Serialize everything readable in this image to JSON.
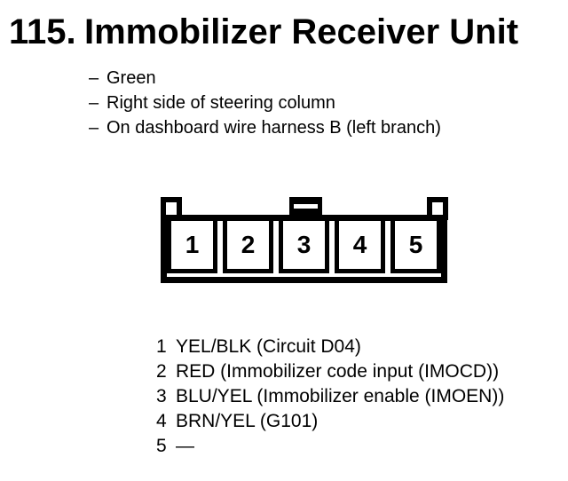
{
  "page": {
    "number": "115.",
    "title": "Immobilizer Receiver Unit",
    "bullet_prefix": "–",
    "bullets": [
      "Green",
      "Right side of steering column",
      "On dashboard wire harness B (left branch)"
    ]
  },
  "connector": {
    "pins": [
      "1",
      "2",
      "3",
      "4",
      "5"
    ]
  },
  "pin_list": [
    {
      "pin": "1",
      "description": "YEL/BLK (Circuit D04)"
    },
    {
      "pin": "2",
      "description": "RED (Immobilizer code input (IMOCD))"
    },
    {
      "pin": "3",
      "description": "BLU/YEL (Immobilizer enable (IMOEN))"
    },
    {
      "pin": "4",
      "description": "BRN/YEL (G101)"
    },
    {
      "pin": "5",
      "description": "—"
    }
  ],
  "colors": {
    "text": "#000000",
    "background": "#ffffff"
  }
}
